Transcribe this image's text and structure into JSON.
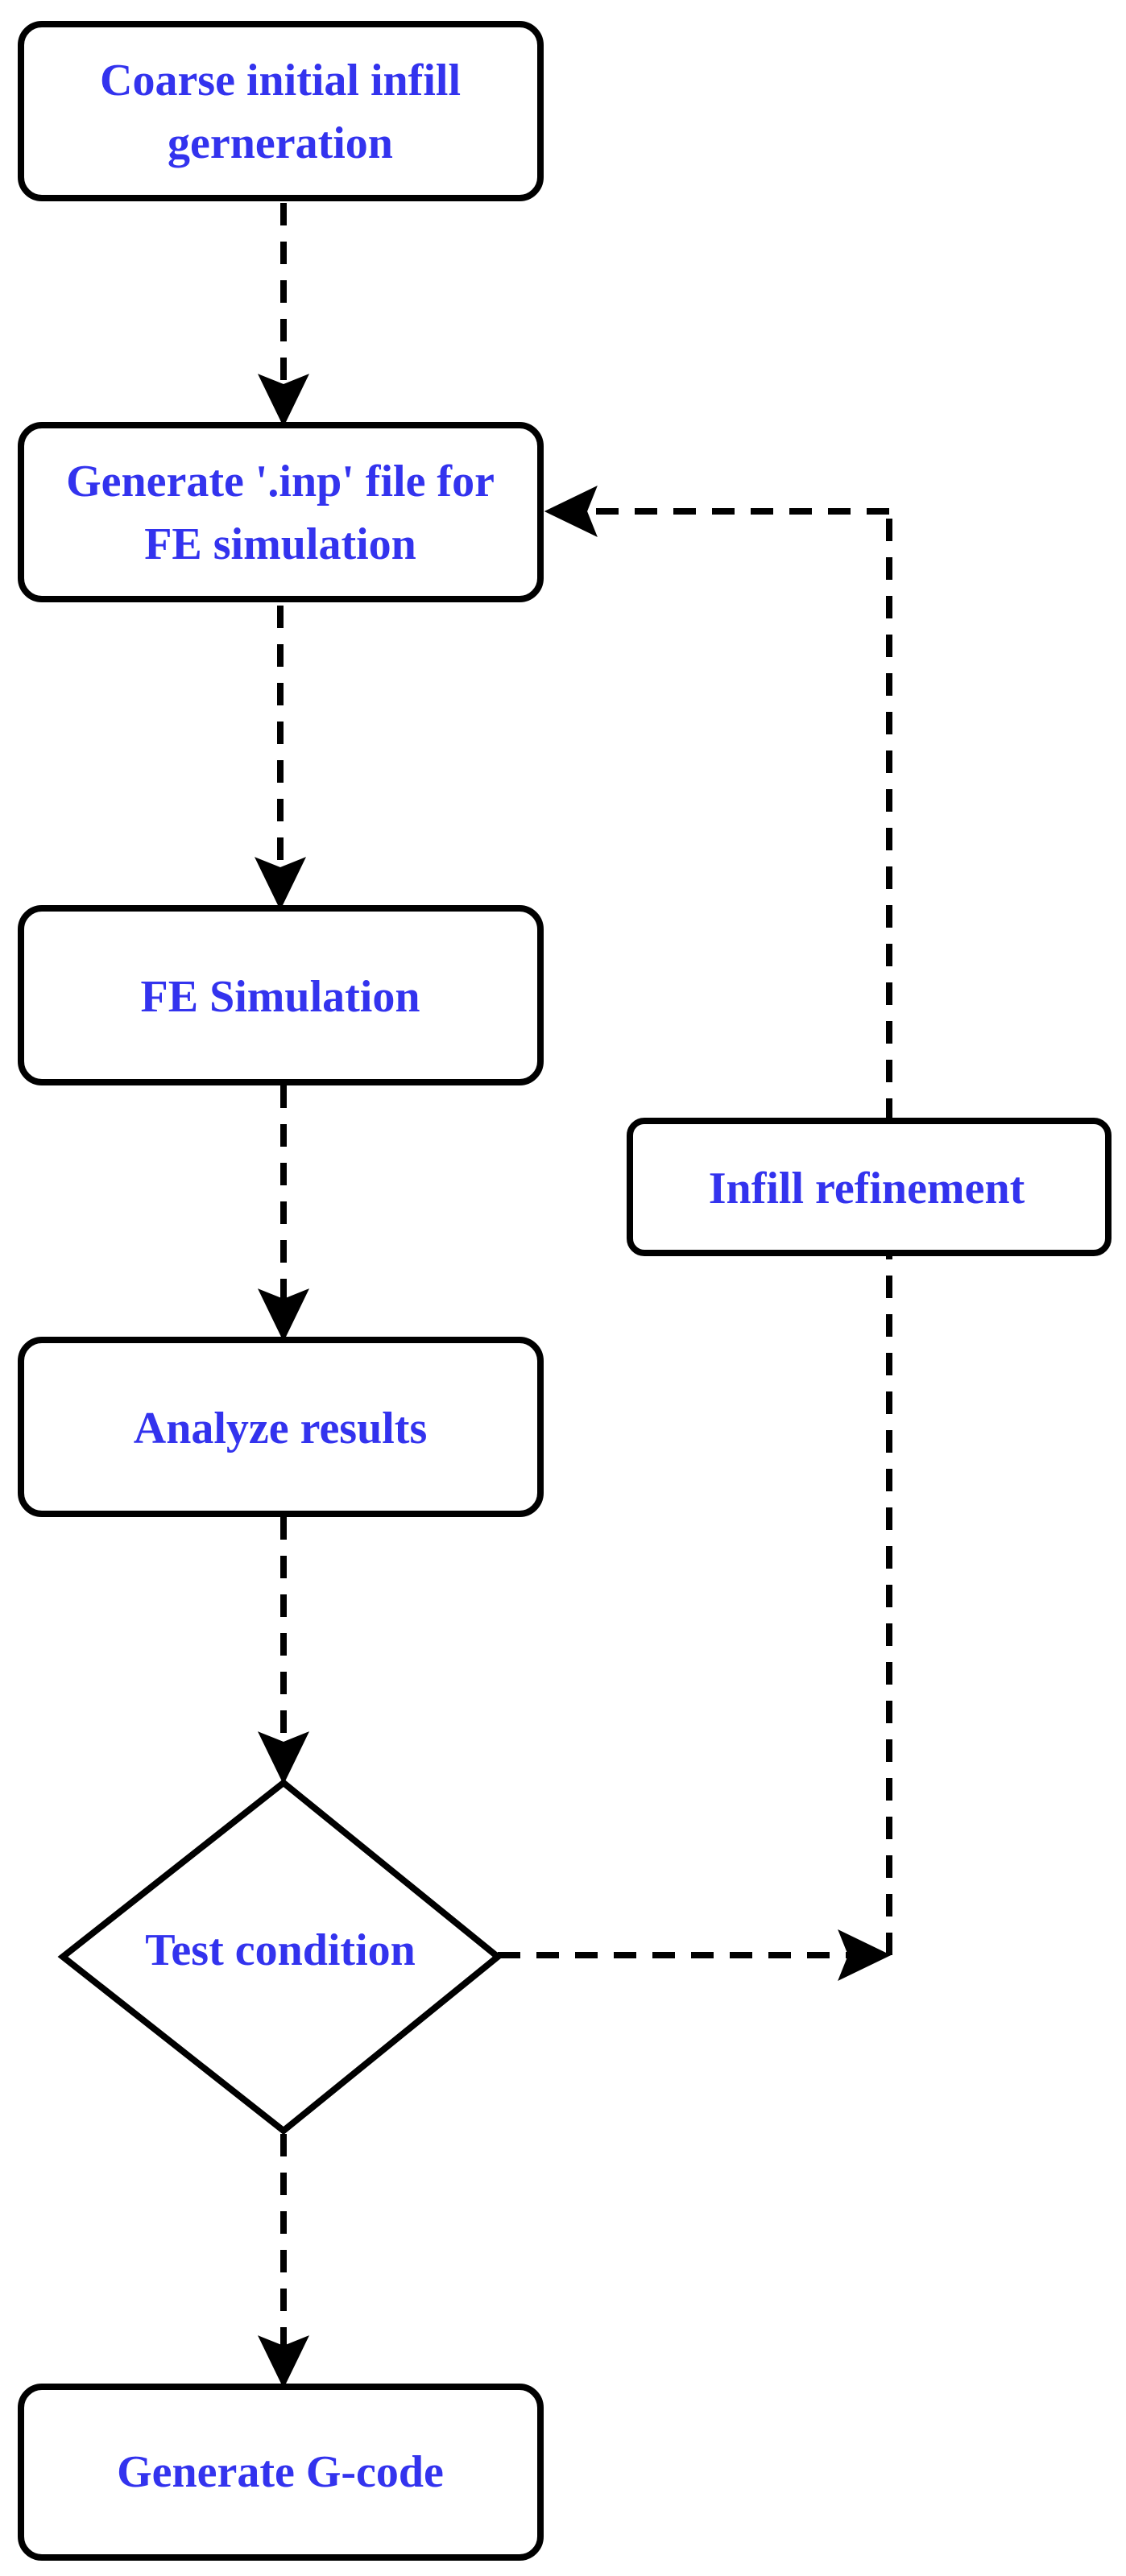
{
  "diagram": {
    "nodes": {
      "coarse_infill": {
        "line1": "Coarse initial infill",
        "line2": "gerneration"
      },
      "generate_inp": {
        "line1": "Generate '.inp' file for",
        "line2": "FE simulation"
      },
      "fe_simulation": {
        "label": "FE Simulation"
      },
      "analyze_results": {
        "label": "Analyze results"
      },
      "test_condition": {
        "label": "Test condition"
      },
      "infill_refinement": {
        "label": "Infill refinement"
      },
      "generate_gcode": {
        "label": "Generate G-code"
      }
    },
    "colors": {
      "label_text": "#3333ee",
      "stroke": "#000000",
      "background": "#ffffff"
    }
  }
}
